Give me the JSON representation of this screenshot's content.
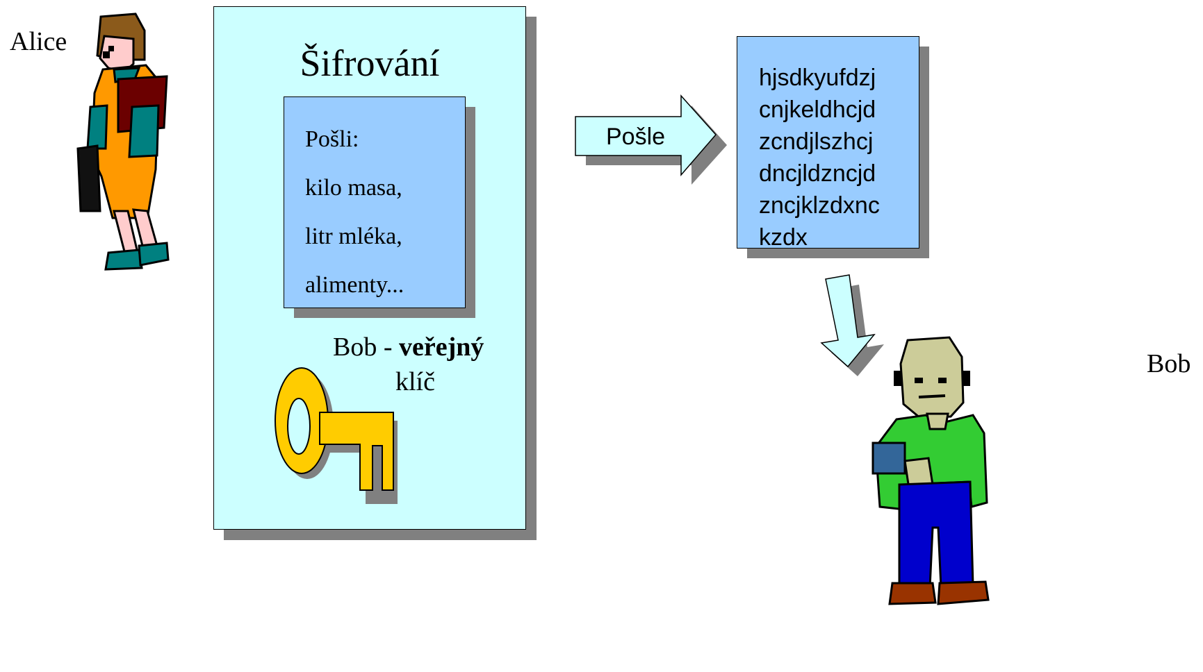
{
  "alice": {
    "label": "Alice"
  },
  "bob": {
    "label": "Bob"
  },
  "encryption": {
    "title": "Šifrování",
    "message_lines": [
      "Pošli:",
      "kilo masa,",
      "litr mléka,",
      "alimenty..."
    ],
    "key_caption_prefix": "Bob - ",
    "key_caption_bold": "veřejný",
    "key_caption_suffix": "klíč"
  },
  "send_arrow": {
    "label": "Pošle"
  },
  "ciphertext": {
    "lines": [
      "hjsdkyufdzj",
      "cnjkeldhcjd",
      "zcndjlszhcj",
      "dncjldzncjd",
      "zncjklzdxnc",
      "kzdx"
    ]
  },
  "colors": {
    "panel_bg": "#ccffff",
    "message_bg": "#99ccff",
    "shadow": "#808080",
    "key": "#ffcc00"
  },
  "icons": {
    "alice": "woman-figure-icon",
    "bob": "man-figure-icon",
    "key": "key-icon"
  }
}
